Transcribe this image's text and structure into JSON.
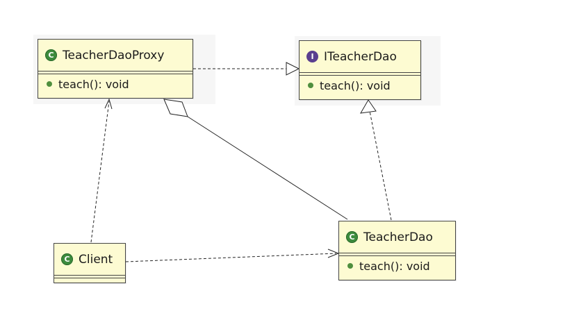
{
  "classes": {
    "proxy": {
      "name": "TeacherDaoProxy",
      "method": "teach(): void",
      "badge": "C"
    },
    "interface": {
      "name": "ITeacherDao",
      "method": "teach(): void",
      "badge": "I"
    },
    "dao": {
      "name": "TeacherDao",
      "method": "teach(): void",
      "badge": "C"
    },
    "client": {
      "name": "Client",
      "badge": "C"
    }
  },
  "colors": {
    "class_fill": "#fdfbd2",
    "class_badge": "#3d8b3d",
    "interface_badge": "#5a3f8f",
    "method_dot": "#4f8f3e",
    "line": "#222222"
  },
  "relationships": [
    {
      "from": "TeacherDaoProxy",
      "to": "ITeacherDao",
      "type": "realization"
    },
    {
      "from": "TeacherDao",
      "to": "ITeacherDao",
      "type": "realization"
    },
    {
      "from": "TeacherDaoProxy",
      "to": "TeacherDao",
      "type": "aggregation"
    },
    {
      "from": "Client",
      "to": "TeacherDaoProxy",
      "type": "dependency"
    },
    {
      "from": "Client",
      "to": "TeacherDao",
      "type": "dependency"
    }
  ]
}
